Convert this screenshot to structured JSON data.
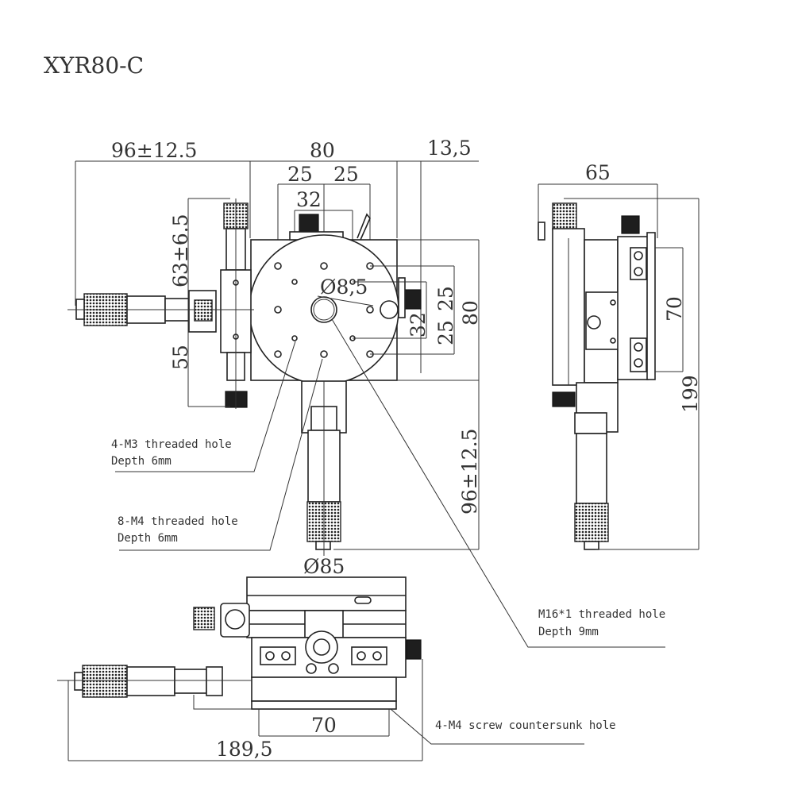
{
  "title": "XYR80-C",
  "top_view": {
    "dims": {
      "left_travel": "96±12.5",
      "width": "80",
      "right_offset": "13,5",
      "hole_spacing_left": "25",
      "hole_spacing_right": "25",
      "hole_circle_32": "32",
      "center_hole_dia": "Ø8,5",
      "vertical_upper": "63±6.5",
      "vertical_lower": "55",
      "right_25_top": "25",
      "right_25_bottom": "25",
      "right_32": "32",
      "right_80": "80",
      "bottom_travel": "96±12.5"
    },
    "notes": [
      {
        "line1": "4-M3 threaded hole",
        "line2": "Depth 6mm"
      },
      {
        "line1": "8-M4 threaded hole",
        "line2": "Depth 6mm"
      }
    ]
  },
  "side_view": {
    "dims": {
      "width": "65",
      "mount_spacing": "70",
      "height": "199"
    }
  },
  "front_view": {
    "dims": {
      "diameter": "Ø85",
      "mount_spacing": "70",
      "overall_length": "189,5"
    },
    "notes": [
      {
        "line1": "M16*1 threaded hole",
        "line2": "Depth 9mm"
      },
      {
        "line1": "4-M4 screw countersunk hole",
        "line2": ""
      }
    ]
  }
}
